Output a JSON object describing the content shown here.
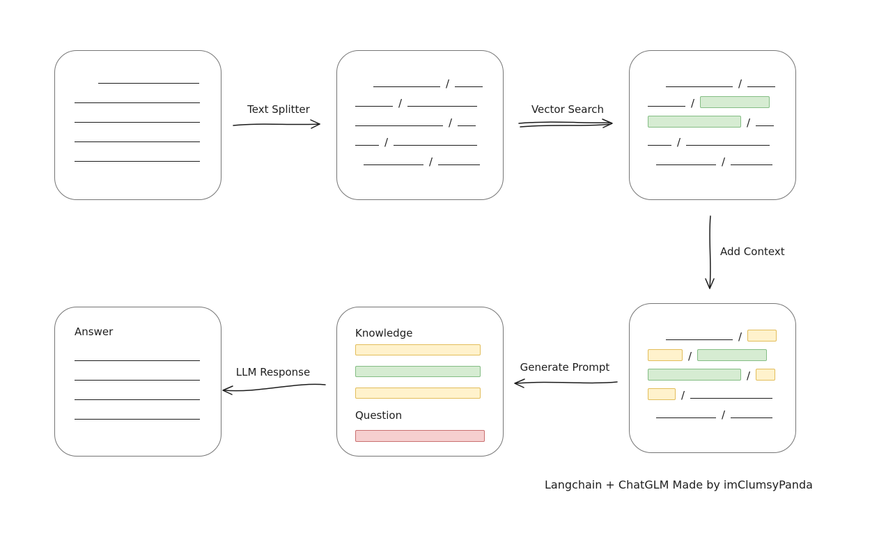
{
  "labels": {
    "text_splitter": "Text Splitter",
    "vector_search": "Vector Search",
    "add_context": "Add Context",
    "generate_prompt": "Generate Prompt",
    "llm_response": "LLM Response",
    "knowledge": "Knowledge",
    "question": "Question",
    "answer": "Answer",
    "caption": "Langchain + ChatGLM Made by imClumsyPanda"
  },
  "slash": "/",
  "colors": {
    "line": "#1b1b1b",
    "box_border": "#757575",
    "green_fill": "#d6ecd2",
    "green_stroke": "#84bd84",
    "yellow_fill": "#fff2cc",
    "yellow_stroke": "#e2bd5a",
    "red_fill": "#f6cfcf",
    "red_stroke": "#c97070"
  },
  "document_box": {
    "lines": [
      {
        "w": 145,
        "indent": 34
      },
      {
        "w": 180,
        "indent": 0
      },
      {
        "w": 180,
        "indent": 0
      },
      {
        "w": 180,
        "indent": 0
      },
      {
        "w": 180,
        "indent": 0
      }
    ]
  },
  "chunk_boxes": {
    "split": {
      "rows": [
        {
          "indent": 26,
          "segs": [
            {
              "t": "line",
              "w": 96
            },
            {
              "t": "slash"
            },
            {
              "t": "line",
              "w": 40
            }
          ]
        },
        {
          "indent": 0,
          "segs": [
            {
              "t": "line",
              "w": 54
            },
            {
              "t": "slash"
            },
            {
              "t": "line",
              "w": 100
            }
          ]
        },
        {
          "indent": 0,
          "segs": [
            {
              "t": "line",
              "w": 126
            },
            {
              "t": "slash"
            },
            {
              "t": "line",
              "w": 26
            }
          ]
        },
        {
          "indent": 0,
          "segs": [
            {
              "t": "line",
              "w": 34
            },
            {
              "t": "slash"
            },
            {
              "t": "line",
              "w": 120
            }
          ]
        },
        {
          "indent": 12,
          "segs": [
            {
              "t": "line",
              "w": 86
            },
            {
              "t": "slash"
            },
            {
              "t": "line",
              "w": 60
            }
          ]
        }
      ]
    },
    "searched": {
      "rows": [
        {
          "indent": 26,
          "segs": [
            {
              "t": "line",
              "w": 96
            },
            {
              "t": "slash"
            },
            {
              "t": "line",
              "w": 40
            }
          ]
        },
        {
          "indent": 0,
          "segs": [
            {
              "t": "line",
              "w": 54
            },
            {
              "t": "slash"
            },
            {
              "t": "green",
              "w": 100
            }
          ]
        },
        {
          "indent": 0,
          "segs": [
            {
              "t": "green",
              "w": 134
            },
            {
              "t": "slash"
            },
            {
              "t": "line",
              "w": 26
            }
          ]
        },
        {
          "indent": 0,
          "segs": [
            {
              "t": "line",
              "w": 34
            },
            {
              "t": "slash"
            },
            {
              "t": "line",
              "w": 120
            }
          ]
        },
        {
          "indent": 12,
          "segs": [
            {
              "t": "line",
              "w": 86
            },
            {
              "t": "slash"
            },
            {
              "t": "line",
              "w": 60
            }
          ]
        }
      ]
    },
    "context": {
      "rows": [
        {
          "indent": 26,
          "segs": [
            {
              "t": "line",
              "w": 96
            },
            {
              "t": "slash"
            },
            {
              "t": "yellow",
              "w": 42
            }
          ]
        },
        {
          "indent": 0,
          "segs": [
            {
              "t": "yellow",
              "w": 50
            },
            {
              "t": "slash"
            },
            {
              "t": "green",
              "w": 100
            }
          ]
        },
        {
          "indent": 0,
          "segs": [
            {
              "t": "green",
              "w": 134
            },
            {
              "t": "slash"
            },
            {
              "t": "yellow",
              "w": 28
            }
          ]
        },
        {
          "indent": 0,
          "segs": [
            {
              "t": "yellow",
              "w": 40
            },
            {
              "t": "slash"
            },
            {
              "t": "line",
              "w": 118
            }
          ]
        },
        {
          "indent": 12,
          "segs": [
            {
              "t": "line",
              "w": 86
            },
            {
              "t": "slash"
            },
            {
              "t": "line",
              "w": 60
            }
          ]
        }
      ]
    }
  },
  "prompt_box": {
    "knowledge_bars": [
      {
        "c": "yellow",
        "w": 180,
        "h": 16
      },
      {
        "c": "green",
        "w": 180,
        "h": 16
      },
      {
        "c": "yellow",
        "w": 180,
        "h": 16
      }
    ],
    "question_bars": [
      {
        "c": "red",
        "w": 186,
        "h": 17
      }
    ]
  },
  "answer_box": {
    "lines": [
      {
        "w": 180
      },
      {
        "w": 180
      },
      {
        "w": 180
      },
      {
        "w": 180
      }
    ]
  }
}
